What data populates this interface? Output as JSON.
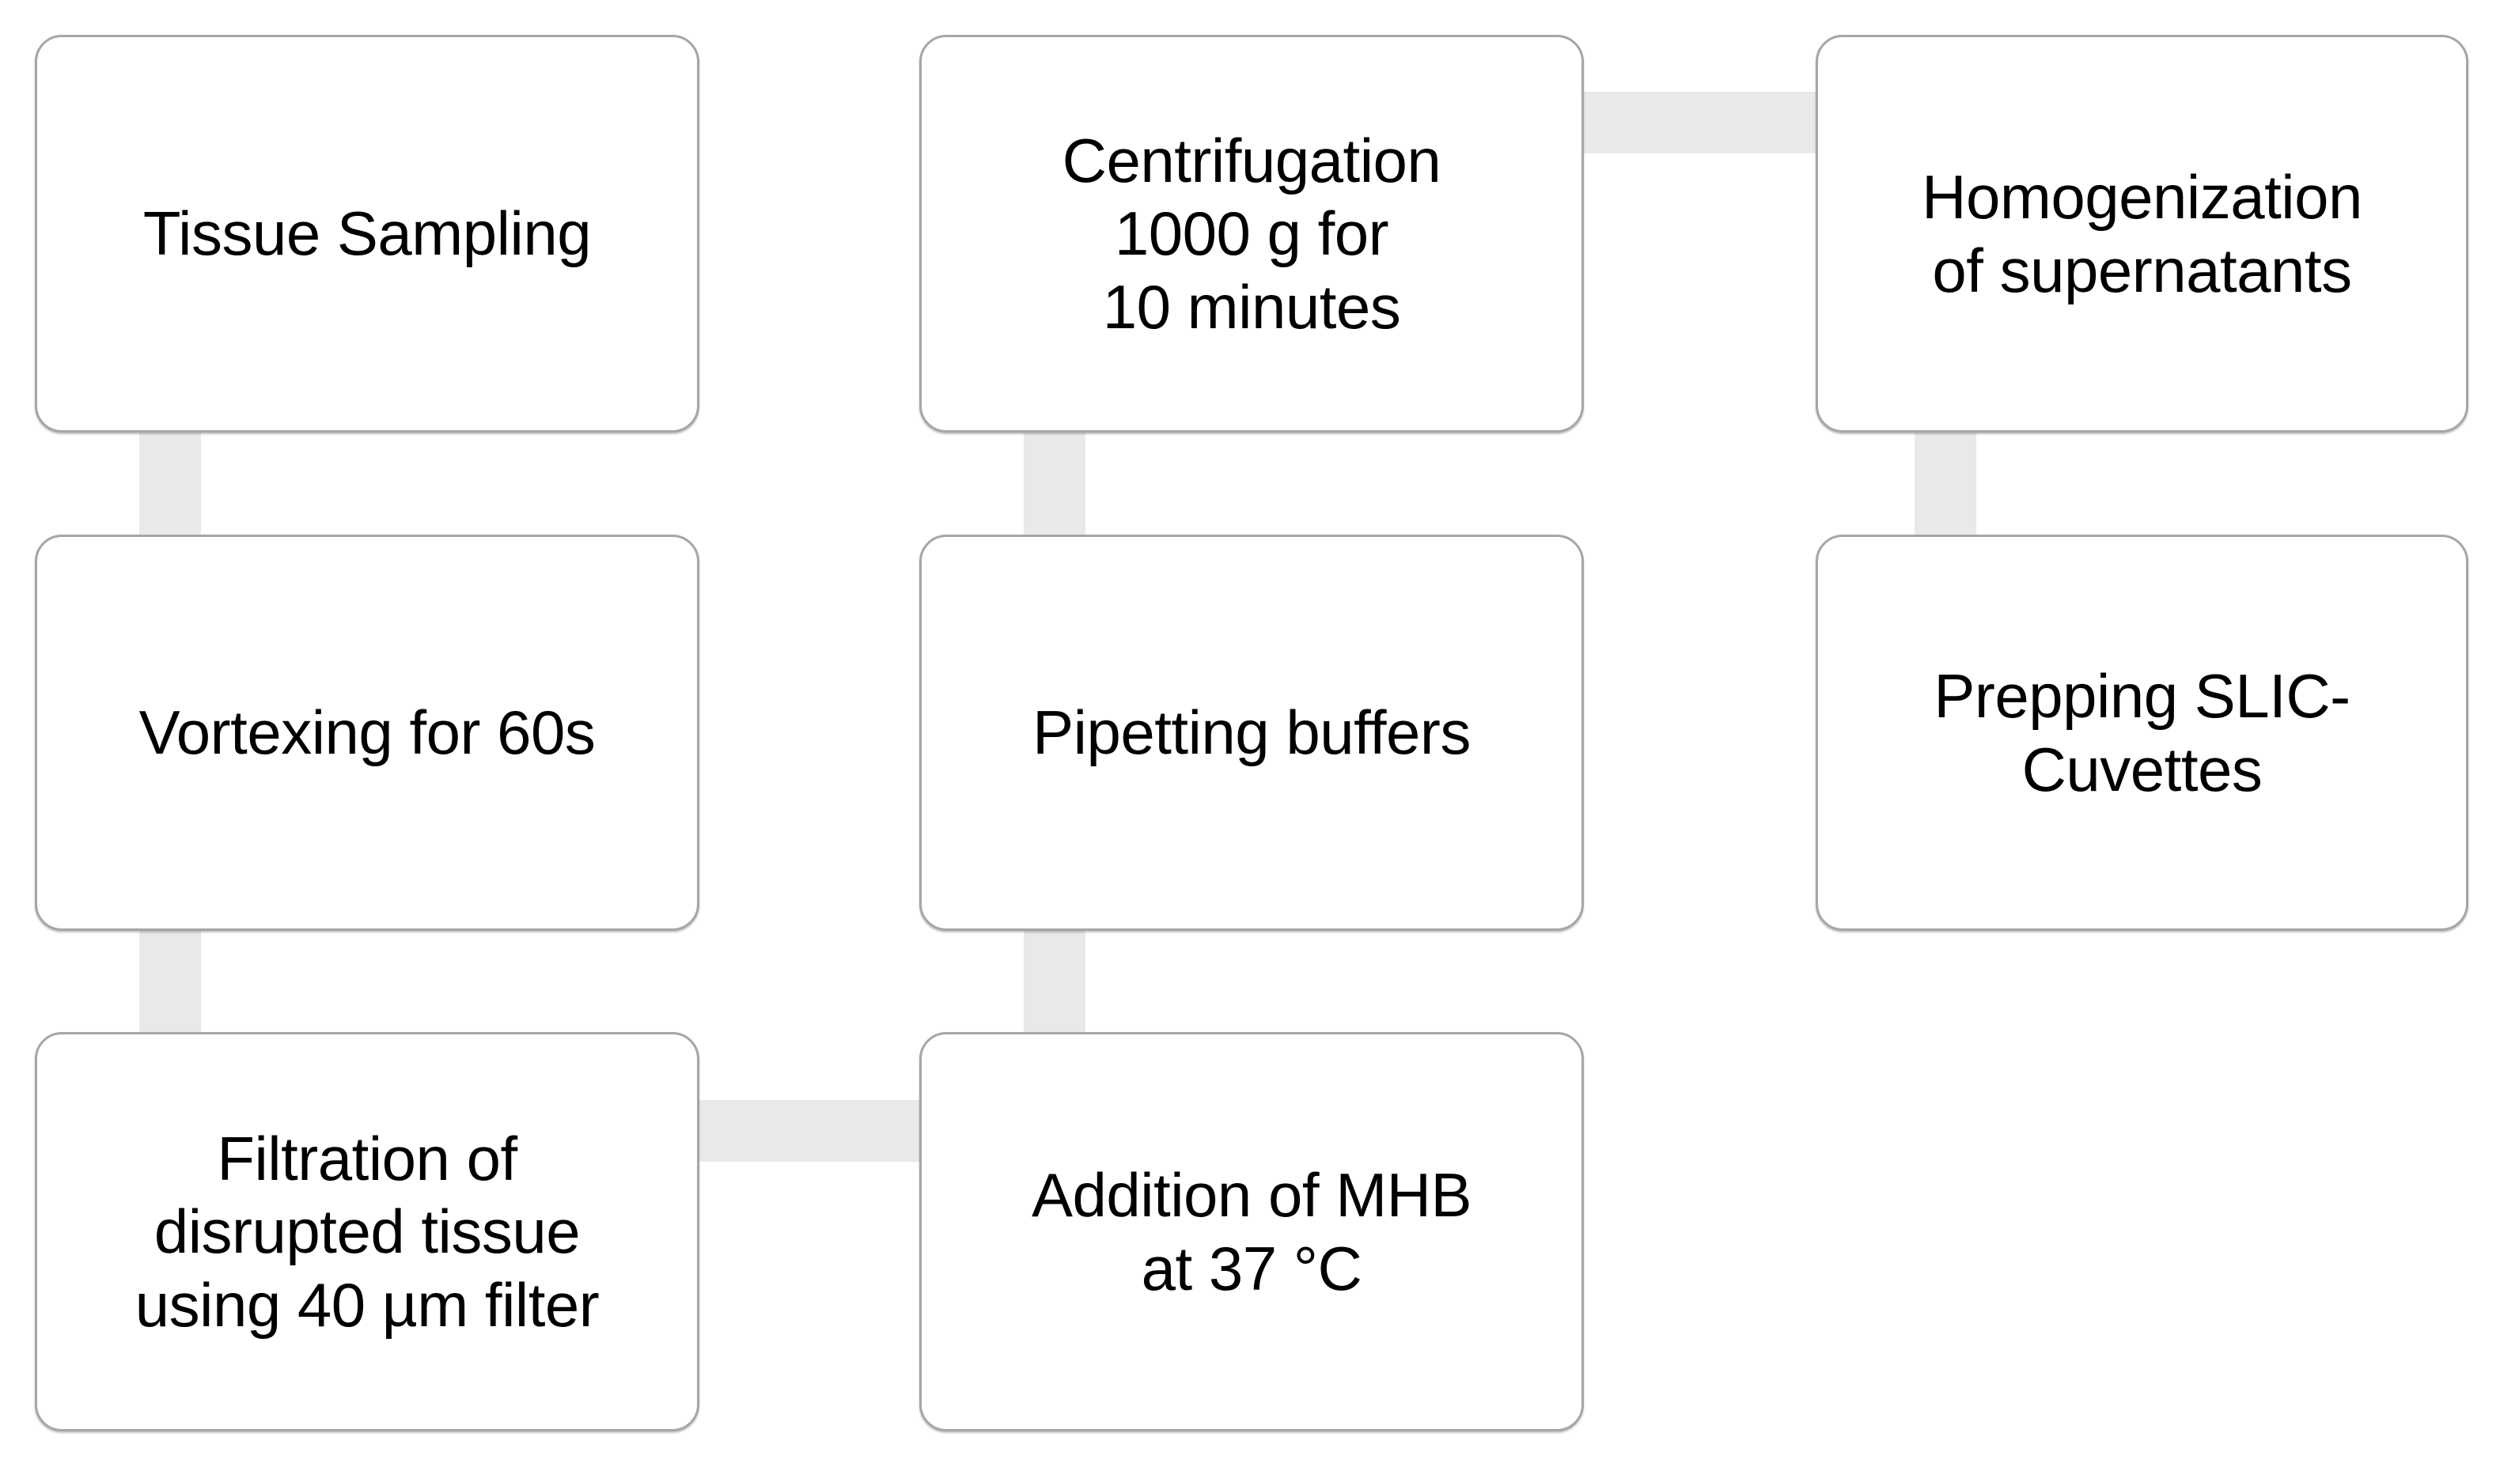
{
  "diagram": {
    "type": "flowchart",
    "title": "",
    "colors": {
      "node_fill": "#ffffff",
      "node_border": "#a6a6a6",
      "connector": "#e9e9e9",
      "text": "#000000",
      "background": "#ffffff"
    },
    "nodes": [
      {
        "id": "tissue-sampling",
        "label": "Tissue Sampling",
        "column": 1,
        "row": 1
      },
      {
        "id": "vortexing",
        "label": "Vortexing for 60s",
        "column": 1,
        "row": 2
      },
      {
        "id": "filtration",
        "label": "Filtration of\ndisrupted tissue\nusing 40 µm filter",
        "column": 1,
        "row": 3
      },
      {
        "id": "centrifugation",
        "label": "Centrifugation\n1000 g for\n10 minutes",
        "column": 2,
        "row": 1
      },
      {
        "id": "pipetting-buffers",
        "label": "Pipetting buffers",
        "column": 2,
        "row": 2
      },
      {
        "id": "addition-of-mhb",
        "label": "Addition of MHB\nat 37 °C",
        "column": 2,
        "row": 3
      },
      {
        "id": "homogenization",
        "label": "Homogenization\nof supernatants",
        "column": 3,
        "row": 1
      },
      {
        "id": "prepping-cuvettes",
        "label": "Prepping SLIC-\nCuvettes",
        "column": 3,
        "row": 2
      }
    ],
    "connectors": [
      {
        "id": "tissue-sampling-to-vortexing",
        "from": "tissue-sampling",
        "to": "vortexing",
        "orientation": "vertical"
      },
      {
        "id": "vortexing-to-filtration",
        "from": "vortexing",
        "to": "filtration",
        "orientation": "vertical"
      },
      {
        "id": "filtration-to-addition-of-mhb",
        "from": "filtration",
        "to": "addition-of-mhb",
        "orientation": "horizontal"
      },
      {
        "id": "addition-of-mhb-to-pipetting",
        "from": "addition-of-mhb",
        "to": "pipetting-buffers",
        "orientation": "vertical"
      },
      {
        "id": "pipetting-to-centrifugation",
        "from": "pipetting-buffers",
        "to": "centrifugation",
        "orientation": "vertical"
      },
      {
        "id": "centrifugation-to-homogenization",
        "from": "centrifugation",
        "to": "homogenization",
        "orientation": "horizontal"
      },
      {
        "id": "homogenization-to-prepping",
        "from": "homogenization",
        "to": "prepping-cuvettes",
        "orientation": "vertical"
      }
    ]
  }
}
